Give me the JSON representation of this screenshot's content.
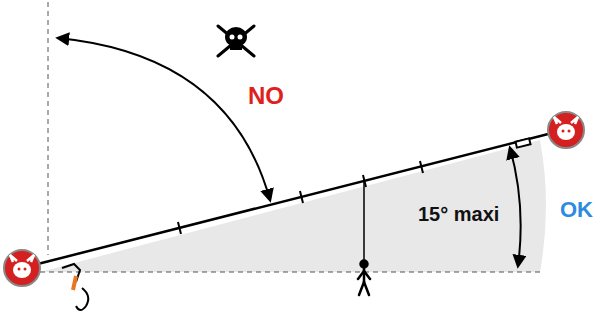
{
  "diagram": {
    "labels": [
      "NO",
      "15° maxi",
      "OK"
    ]
  }
}
